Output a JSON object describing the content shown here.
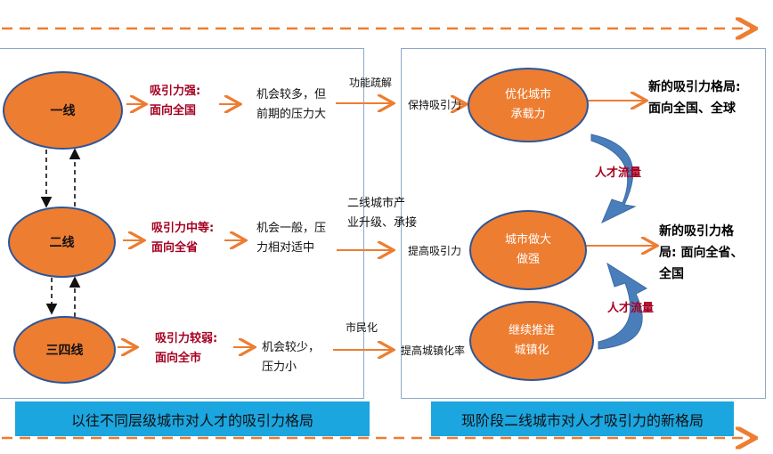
{
  "left_panel": {
    "caption": "以往不同层级城市对人才的吸引力格局",
    "tiers": [
      {
        "name": "一线",
        "attraction": "吸引力强:\n面向全国",
        "opportunity": "机会较多，但\n前期的压力大"
      },
      {
        "name": "二线",
        "attraction": "吸引力中等:\n面向全省",
        "opportunity": "机会一般，压\n力相对适中"
      },
      {
        "name": "三四线",
        "attraction": "吸引力较弱:\n面向全市",
        "opportunity": "机会较少，\n压力小"
      }
    ]
  },
  "right_panel": {
    "caption": "现阶段二线城市对人才吸引力的新格局",
    "rows": [
      {
        "driver": "功能疏解",
        "effect": "保持吸引力",
        "node": "优化城市\n承载力",
        "result": "新的吸引力格局:\n面向全国、全球"
      },
      {
        "driver": "二线城市产\n业升级、承接",
        "effect": "提高吸引力",
        "node": "城市做大\n做强",
        "result": "新的吸引力格\n局: 面向全省、\n全国"
      },
      {
        "driver": "市民化",
        "effect": "提高城镇化率",
        "node": "继续推进\n城镇化",
        "result": ""
      }
    ],
    "flow_labels": [
      "人才流量",
      "人才流量"
    ]
  },
  "colors": {
    "orange": "#ed7d31",
    "dark_red": "#a50021",
    "caption_blue": "#1ba6e0",
    "arrow_blue": "#4a7ebb"
  }
}
